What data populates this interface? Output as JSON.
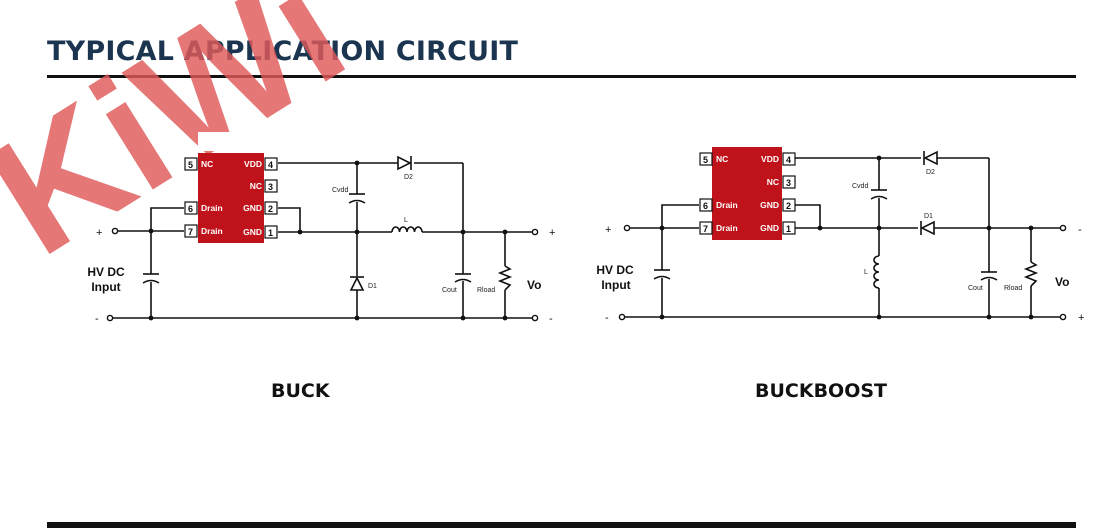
{
  "page": {
    "title": "TYPICAL APPLICATION CIRCUIT"
  },
  "watermark": {
    "text": "KiWi",
    "color": "#e05a5a"
  },
  "colors": {
    "chip": "#c0121a",
    "title": "#1b3550"
  },
  "buck": {
    "title": "BUCK",
    "chip_pins": [
      {
        "num": "5",
        "name": "NC"
      },
      {
        "num": "6",
        "name": "Drain"
      },
      {
        "num": "7",
        "name": "Drain"
      },
      {
        "num": "4",
        "name": "VDD"
      },
      {
        "num": "3",
        "name": "NC"
      },
      {
        "num": "2",
        "name": "GND"
      },
      {
        "num": "1",
        "name": "GND"
      }
    ],
    "labels": {
      "cvdd": "Cvdd",
      "d2": "D2",
      "l": "L",
      "d1": "D1",
      "cout": "Cout",
      "rload": "Rload",
      "vo": "Vo",
      "input_line1": "HV DC",
      "input_line2": "Input",
      "plus": "+",
      "minus": "-"
    }
  },
  "buckboost": {
    "title": "BUCKBOOST",
    "chip_pins": [
      {
        "num": "5",
        "name": "NC"
      },
      {
        "num": "6",
        "name": "Drain"
      },
      {
        "num": "7",
        "name": "Drain"
      },
      {
        "num": "4",
        "name": "VDD"
      },
      {
        "num": "3",
        "name": "NC"
      },
      {
        "num": "2",
        "name": "GND"
      },
      {
        "num": "1",
        "name": "GND"
      }
    ],
    "labels": {
      "cvdd": "Cvdd",
      "d2": "D2",
      "d1": "D1",
      "l": "L",
      "cout": "Cout",
      "rload": "Rload",
      "vo": "Vo",
      "input_line1": "HV DC",
      "input_line2": "Input",
      "plus": "+",
      "minus": "-"
    }
  }
}
